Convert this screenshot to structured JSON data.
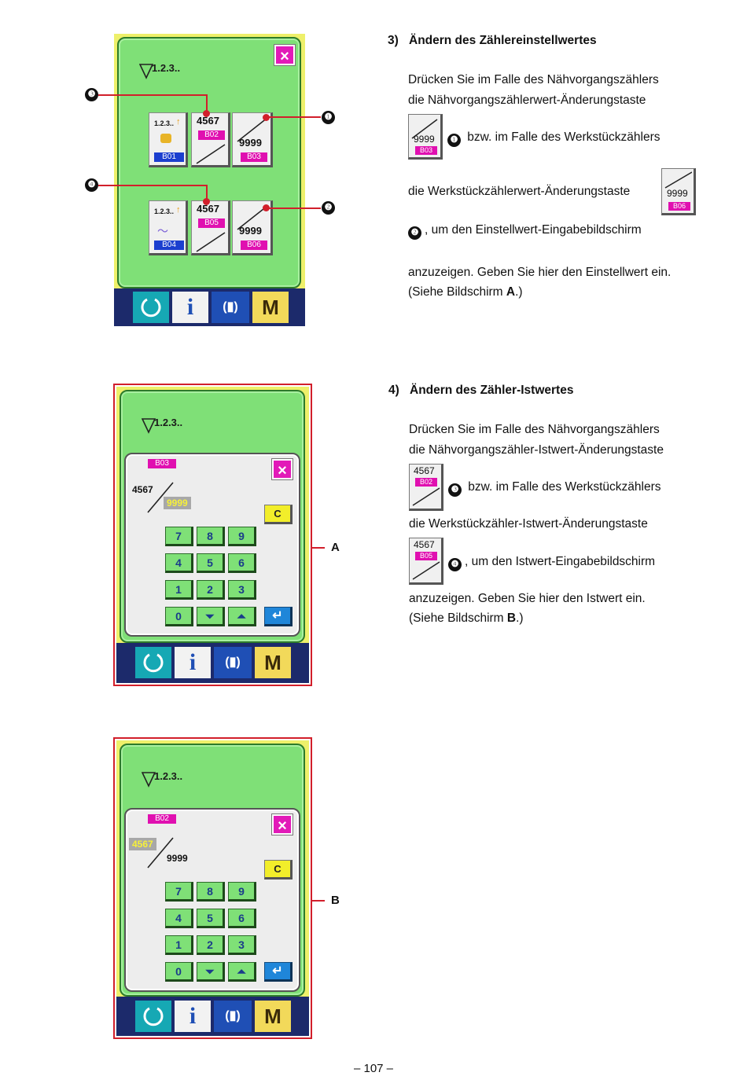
{
  "page_number": "– 107 –",
  "section3": {
    "num": "3)",
    "title": "Ändern des Zählereinstellwertes",
    "line1": "Drücken Sie im Falle des Nähvorgangszählers",
    "line2": "die Nähvorgangszählerwert-Änderungstaste",
    "line3_marker": "❶",
    "line3": " bzw. im Falle des Werkstückzählers",
    "line4": "die Werkstückzählerwert-Änderungstaste",
    "line5_marker": "❷",
    "line5": ", um den Einstellwert-Eingabebildschirm",
    "line6": "anzuzeigen. Geben Sie hier den Einstellwert ein.",
    "line7a": "(Siehe Bildschirm ",
    "line7b": "A",
    "line7c": ".)",
    "key1": {
      "value": "9999",
      "tag": "B03"
    },
    "key2": {
      "value": "9999",
      "tag": "B06"
    }
  },
  "section4": {
    "num": "4)",
    "title": "Ändern des Zähler-Istwertes",
    "line1": "Drücken Sie im Falle des Nähvorgangszählers",
    "line2": "die Nähvorgangszähler-Istwert-Änderungstaste",
    "line3_marker": "❸",
    "line3": " bzw. im Falle des Werkstückzählers",
    "line4": "die Werkstückzähler-Istwert-Änderungstaste",
    "line5_marker": "❹",
    "line5": ", um den Istwert-Eingabebildschirm",
    "line6": "anzuzeigen. Geben Sie hier den Istwert ein.",
    "line7a": "(Siehe Bildschirm ",
    "line7b": "B",
    "line7c": ".)",
    "key3": {
      "value": "4567",
      "tag": "B02"
    },
    "key4": {
      "value": "4567",
      "tag": "B05"
    }
  },
  "counter_icon": "counter-icon",
  "panel1": {
    "icon_text": "1.2.3..",
    "close": "×",
    "row1": {
      "mode_icon_text": "1.2.3..",
      "mode_tag": "B01",
      "current_value": "4567",
      "current_tag": "B02",
      "set_value": "9999",
      "set_tag": "B03"
    },
    "row2": {
      "mode_icon_text": "1.2.3..",
      "mode_tag": "B04",
      "current_value": "4567",
      "current_tag": "B05",
      "set_value": "9999",
      "set_tag": "B06"
    },
    "callouts": [
      "❸",
      "❶",
      "❹",
      "❷"
    ],
    "bottom": {
      "info": "i",
      "mode": "M"
    }
  },
  "panel_a": {
    "label": "A",
    "icon_text": "1.2.3..",
    "dialog_tag": "B03",
    "current": "4567",
    "setting": "9999",
    "close": "×",
    "clear": "C",
    "keys": [
      "7",
      "8",
      "9",
      "4",
      "5",
      "6",
      "1",
      "2",
      "3",
      "0"
    ],
    "bottom": {
      "info": "i",
      "mode": "M"
    }
  },
  "panel_b": {
    "label": "B",
    "icon_text": "1.2.3..",
    "dialog_tag": "B02",
    "current": "4567",
    "setting": "9999",
    "close": "×",
    "clear": "C",
    "keys": [
      "7",
      "8",
      "9",
      "4",
      "5",
      "6",
      "1",
      "2",
      "3",
      "0"
    ],
    "bottom": {
      "info": "i",
      "mode": "M"
    }
  },
  "colors": {
    "screen_green": "#7fe077",
    "frame_red": "#d21f2b",
    "tag_magenta": "#e010b0",
    "tag_blue": "#1c3fcf",
    "clear_yellow": "#f2ee2a",
    "enter_blue": "#1f86d9"
  }
}
